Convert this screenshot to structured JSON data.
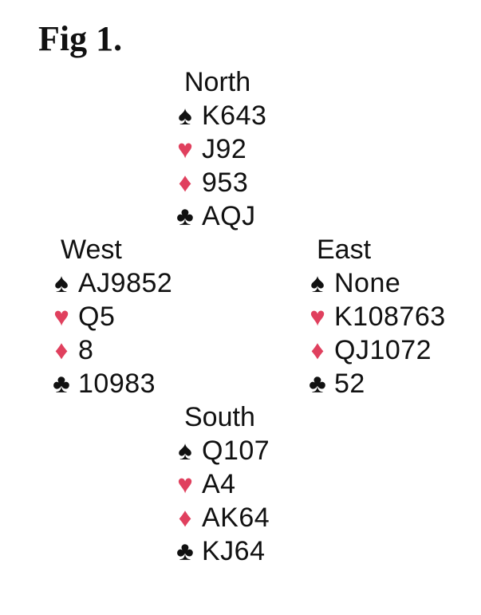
{
  "figure": {
    "title": "Fig 1."
  },
  "suits": {
    "spades": {
      "glyph": "♠",
      "color": "#111111"
    },
    "hearts": {
      "glyph": "♥",
      "color": "#e0405e"
    },
    "diamonds": {
      "glyph": "♦",
      "color": "#e0405e"
    },
    "clubs": {
      "glyph": "♣",
      "color": "#111111"
    }
  },
  "hands": {
    "north": {
      "label": "North",
      "spades": "K643",
      "hearts": "J92",
      "diamonds": "953",
      "clubs": "AQJ"
    },
    "west": {
      "label": "West",
      "spades": "AJ9852",
      "hearts": "Q5",
      "diamonds": "8",
      "clubs": "10983"
    },
    "east": {
      "label": "East",
      "spades": "None",
      "hearts": "K108763",
      "diamonds": "QJ1072",
      "clubs": "52"
    },
    "south": {
      "label": "South",
      "spades": "Q107",
      "hearts": "A4",
      "diamonds": "AK64",
      "clubs": "KJ64"
    }
  }
}
